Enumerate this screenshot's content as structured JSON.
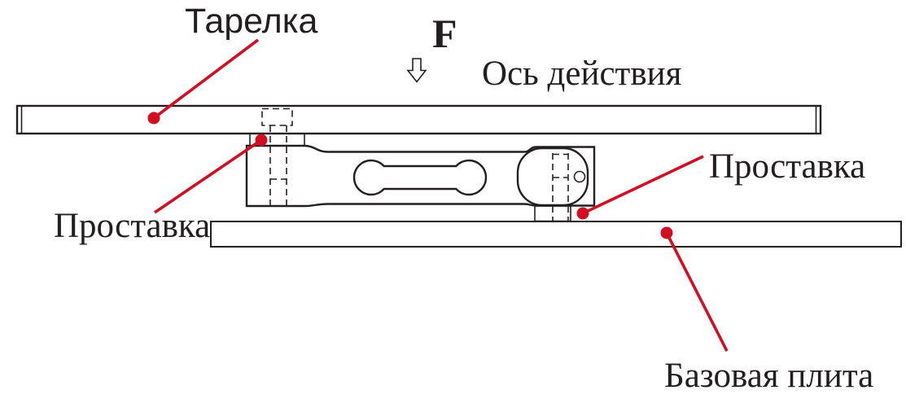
{
  "labels": {
    "plate": "Тарелка",
    "force": "F",
    "axis": "Ось действия",
    "spacer_left": "Проставка",
    "spacer_right": "Проставка",
    "base_plate": "Базовая плита"
  },
  "icons": {
    "force_arrow": "hollow-down-arrow"
  },
  "colors": {
    "leader-red": "#d10f22",
    "line-black": "#231f20"
  }
}
